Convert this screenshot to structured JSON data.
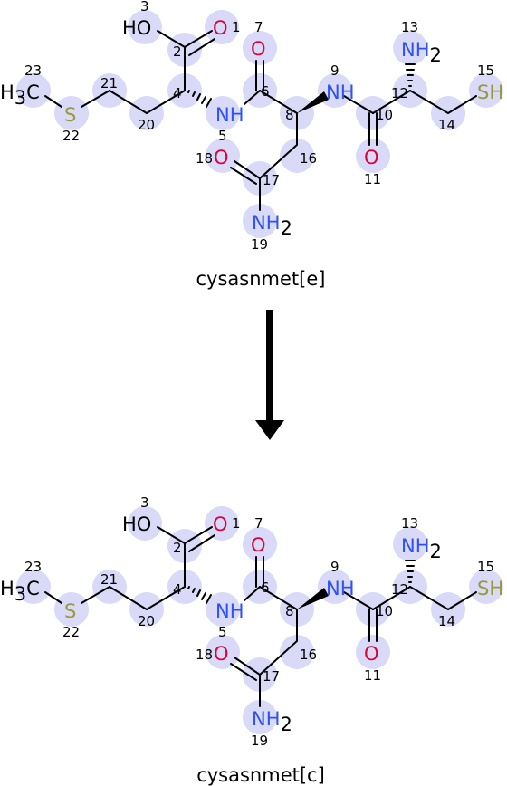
{
  "colors": {
    "highlight": "#d9d9f8",
    "oxygen": "#e0003c",
    "nitrogen": "#3050f8",
    "sulfur": "#9a9a3a",
    "carbon": "#000000"
  },
  "reaction": {
    "top": {
      "name": "cysasnmet[e]"
    },
    "bottom": {
      "name": "cysasnmet[c]"
    },
    "arrow_icon": "down-arrow-icon"
  },
  "atom_labels": {
    "ho": {
      "main": "HO",
      "num": "3"
    },
    "o1": {
      "main": "O",
      "num": "1"
    },
    "c2": {
      "num": "2"
    },
    "c4": {
      "num": "4"
    },
    "o7": {
      "main": "O",
      "num": "7"
    },
    "c6": {
      "num": "6"
    },
    "n9": {
      "main": "NH",
      "num": "9"
    },
    "c8": {
      "num": "8"
    },
    "n5": {
      "main": "NH",
      "num": "5"
    },
    "n13": {
      "main": "NH",
      "sub": "2",
      "num": "13"
    },
    "c12": {
      "num": "12"
    },
    "c10": {
      "num": "10"
    },
    "o11": {
      "main": "O",
      "num": "11"
    },
    "c14": {
      "num": "14"
    },
    "s15": {
      "main": "SH",
      "num": "15"
    },
    "c16": {
      "num": "16"
    },
    "c17": {
      "num": "17"
    },
    "o18": {
      "main": "O",
      "num": "18"
    },
    "n19": {
      "main": "NH",
      "sub": "2",
      "num": "19"
    },
    "c20": {
      "num": "20"
    },
    "c21": {
      "num": "21"
    },
    "s22": {
      "main": "S",
      "num": "22"
    },
    "c23": {
      "main": "H",
      "sub": "3",
      "main2": "C",
      "num": "23"
    }
  }
}
